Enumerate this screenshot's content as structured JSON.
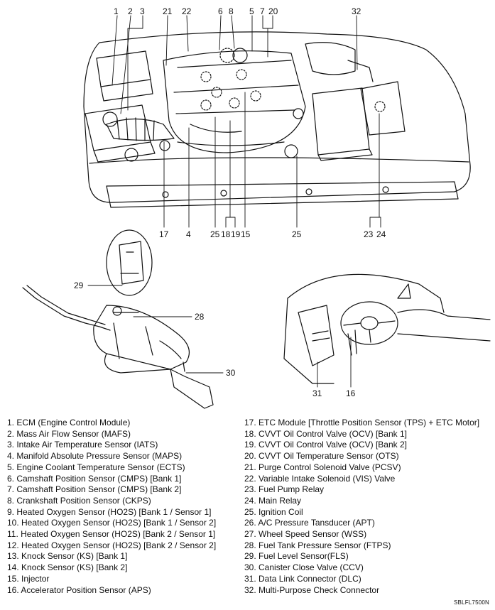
{
  "callouts": {
    "c1": "1",
    "c2": "2",
    "c3": "3",
    "c21": "21",
    "c22": "22",
    "c6": "6",
    "c8": "8",
    "c5": "5",
    "c7": "7",
    "c20": "20",
    "c32": "32",
    "c17": "17",
    "c4": "4",
    "c25a": "25",
    "c18": "18",
    "c19": "19",
    "c15": "15",
    "c25b": "25",
    "c23": "23",
    "c24": "24",
    "c29": "29",
    "c28": "28",
    "c30": "30",
    "c31": "31",
    "c16": "16"
  },
  "legend_left": [
    "1. ECM (Engine Control Module)",
    "2. Mass Air Flow Sensor (MAFS)",
    "3. Intake Air Temperature Sensor (IATS)",
    "4. Manifold Absolute Pressure Sensor (MAPS)",
    "5. Engine Coolant Temperature Sensor (ECTS)",
    "6. Camshaft Position Sensor (CMPS) [Bank 1]",
    "7. Camshaft Position Sensor (CMPS) [Bank 2]",
    "8. Crankshaft Position Sensor (CKPS)",
    "9. Heated Oxygen Sensor (HO2S) [Bank 1 / Sensor 1]",
    "10. Heated Oxygen Sensor (HO2S) [Bank 1 / Sensor 2]",
    "11. Heated Oxygen Sensor (HO2S) [Bank 2 / Sensor 1]",
    "12. Heated Oxygen Sensor (HO2S) [Bank 2 / Sensor 2]",
    "13. Knock Sensor (KS) [Bank 1]",
    "14. Knock Sensor (KS) [Bank 2]",
    "15. Injector",
    "16. Accelerator Position Sensor (APS)"
  ],
  "legend_right": [
    "17. ETC Module [Throttle Position Sensor (TPS) + ETC Motor]",
    "18. CVVT Oil Control Valve (OCV) [Bank 1]",
    "19. CVVT Oil Control Valve (OCV) [Bank 2]",
    "20. CVVT Oil Temperature Sensor (OTS)",
    "21. Purge Control Solenoid Valve (PCSV)",
    "22. Variable Intake Solenoid (VIS) Valve",
    "23. Fuel Pump Relay",
    "24. Main Relay",
    "25. Ignition Coil",
    "26. A/C Pressure Tansducer (APT)",
    "27. Wheel Speed Sensor (WSS)",
    "28. Fuel Tank Pressure Sensor (FTPS)",
    "29. Fuel Level Sensor(FLS)",
    "30. Canister Close Valve (CCV)",
    "31. Data Link Connector (DLC)",
    "32. Multi-Purpose Check Connector"
  ],
  "figure_code": "SBLFL7500N"
}
